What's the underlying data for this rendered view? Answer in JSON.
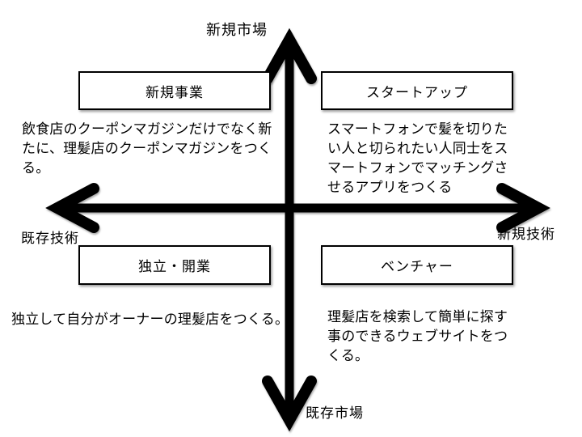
{
  "diagram": {
    "type": "quadrant-matrix",
    "colors": {
      "background": "#ffffff",
      "line": "#000000",
      "text": "#000000"
    },
    "axes": {
      "top_label": "新規市場",
      "bottom_label": "既存市場",
      "left_label": "既存技術",
      "right_label": "新規技術"
    },
    "quadrants": {
      "top_left": {
        "title": "新規事業",
        "description": "飲食店のクーポンマガジンだけでなく新たに、理髪店のクーポンマガジンをつくる。"
      },
      "top_right": {
        "title": "スタートアップ",
        "description": "スマートフォンで髪を切りたい人と切られたい人同士をスマートフォンでマッチングさせるアプリをつくる"
      },
      "bottom_left": {
        "title": "独立・開業",
        "description": "独立して自分がオーナーの理髪店をつくる。"
      },
      "bottom_right": {
        "title": "ベンチャー",
        "description": "理髪店を検索して簡単に探す事のできるウェブサイトをつくる。"
      }
    }
  }
}
